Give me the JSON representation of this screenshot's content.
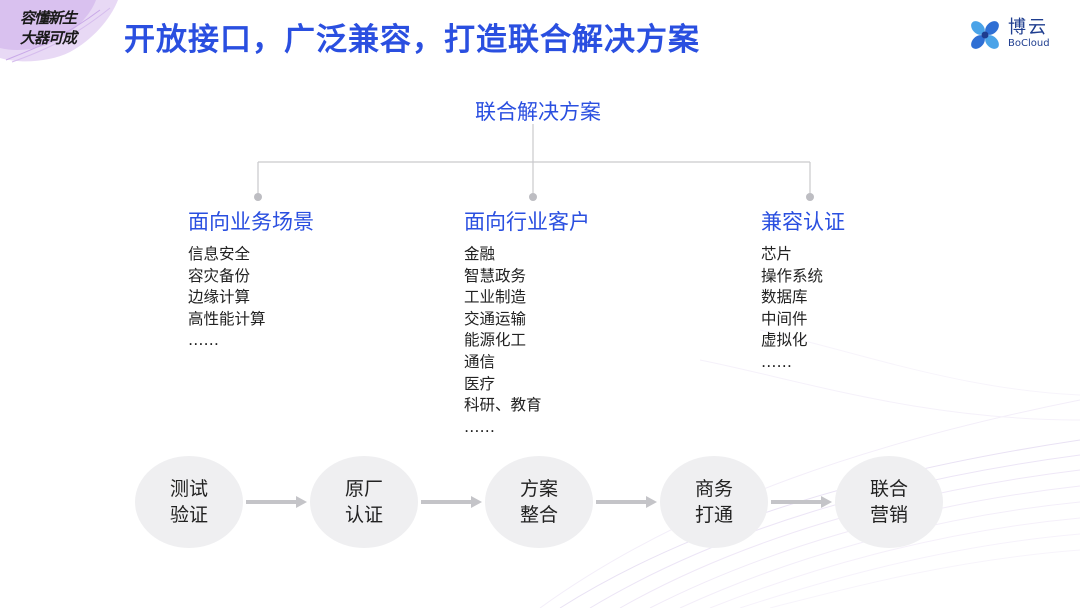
{
  "header": {
    "title": "开放接口，广泛兼容，打造联合解决方案",
    "brand_calligraphy": "容懂新生 大器可成",
    "logo_cn": "博云",
    "logo_en": "BoCloud"
  },
  "root": {
    "label": "联合解决方案"
  },
  "branches": [
    {
      "title": "面向业务场景",
      "items": [
        "信息安全",
        "容灾备份",
        "边缘计算",
        "高性能计算",
        "……"
      ]
    },
    {
      "title": "面向行业客户",
      "items": [
        "金融",
        "智慧政务",
        "工业制造",
        "交通运输",
        "能源化工",
        "通信",
        "医疗",
        "科研、教育",
        "……"
      ]
    },
    {
      "title": "兼容认证",
      "items": [
        "芯片",
        "操作系统",
        "数据库",
        "中间件",
        "虚拟化",
        "……"
      ]
    }
  ],
  "flow": [
    {
      "label": "测试验证"
    },
    {
      "label": "原厂认证"
    },
    {
      "label": "方案整合"
    },
    {
      "label": "商务打通"
    },
    {
      "label": "联合营销"
    }
  ],
  "colors": {
    "title": "#2a4fe0",
    "tree_line": "#c9c9cc",
    "circle_fill": "#efeff1",
    "arrow": "#c4c4c8",
    "logo": "#1e3d8f"
  },
  "icons": {
    "logo": "bocloud-cross-logo-icon",
    "node": "grey-dot-icon",
    "arrow": "right-arrow-icon"
  }
}
